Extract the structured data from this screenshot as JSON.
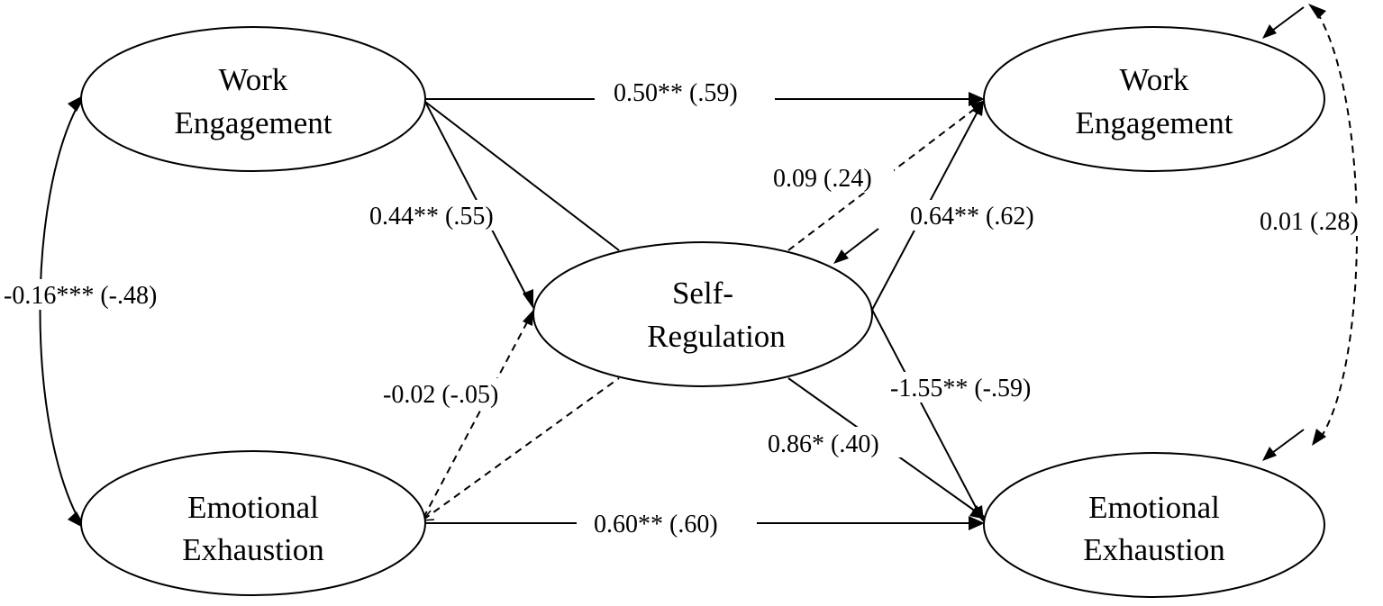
{
  "diagram": {
    "nodes": {
      "we_t1": {
        "line1": "Work",
        "line2": "Engagement"
      },
      "ee_t1": {
        "line1": "Emotional",
        "line2": "Exhaustion"
      },
      "sr": {
        "line1": "Self-",
        "line2": "Regulation"
      },
      "we_t2": {
        "line1": "Work",
        "line2": "Engagement"
      },
      "ee_t2": {
        "line1": "Emotional",
        "line2": "Exhaustion"
      }
    },
    "paths": {
      "we_t1_to_we_t2": "0.50** (.59)",
      "ee_t1_to_ee_t2": "0.60** (.60)",
      "we_t1_to_sr": "0.44** (.55)",
      "ee_t1_to_sr": "-0.02 (-.05)",
      "sr_to_we_t2": "0.64** (.62)",
      "sr_to_ee_t2": "-1.55** (-.59)",
      "we_t1_to_ee_t2": "0.86* (.40)",
      "ee_t1_to_we_t2": "0.09 (.24)",
      "covariance_t1": "-0.16*** (-.48)",
      "covariance_t2": "0.01 (.28)"
    }
  }
}
